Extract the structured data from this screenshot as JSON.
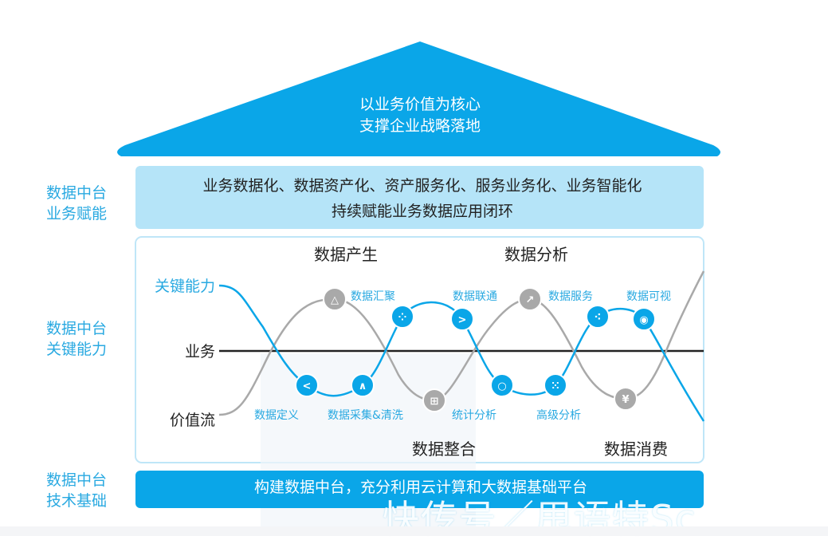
{
  "colors": {
    "primary": "#0aa6e8",
    "light_band": "#b5e4f8",
    "gray": "#a9a9a9",
    "label_blue": "#29a9e1",
    "text_dark": "#222222"
  },
  "roof": {
    "line1": "以业务价值为核心",
    "line2": "支撑企业战略落地"
  },
  "layers": [
    {
      "label_line1": "数据中台",
      "label_line2": "业务赋能",
      "text_line1": "业务数据化、数据资产化、资产服务化、服务业务化、业务智能化",
      "text_line2": "持续赋能业务数据应用闭环"
    },
    {
      "label_line1": "数据中台",
      "label_line2": "关键能力"
    },
    {
      "label_line1": "数据中台",
      "label_line2": "技术基础",
      "text_line1": "构建数据中台，充分利用云计算和大数据基础平台"
    }
  ],
  "wave": {
    "line_labels": {
      "capability": "关键能力",
      "business": "业务",
      "value_stream": "价值流"
    },
    "phases": [
      "数据产生",
      "数据分析",
      "数据整合",
      "数据消费"
    ],
    "blue_nodes": [
      {
        "label": "数据定义",
        "icon": "share-icon"
      },
      {
        "label": "数据采集&清洗",
        "icon": "collect-icon"
      },
      {
        "label": "",
        "icon": "network-icon"
      },
      {
        "label": "数据联通",
        "icon": "connect-icon"
      },
      {
        "label": "统计分析",
        "icon": "search-icon"
      },
      {
        "label": "高级分析",
        "icon": "nodes-icon"
      },
      {
        "label": "数据服务",
        "icon": "service-icon"
      },
      {
        "label": "数据可视",
        "icon": "eye-icon"
      }
    ],
    "gray_nodes": [
      {
        "label": "数据汇聚",
        "icon": "aggregate-icon"
      },
      {
        "label": "",
        "icon": "merge-icon"
      },
      {
        "label": "",
        "icon": "chart-icon"
      },
      {
        "label": "",
        "icon": "yen-icon"
      }
    ]
  },
  "watermark": "快传号／甩语特Sc"
}
